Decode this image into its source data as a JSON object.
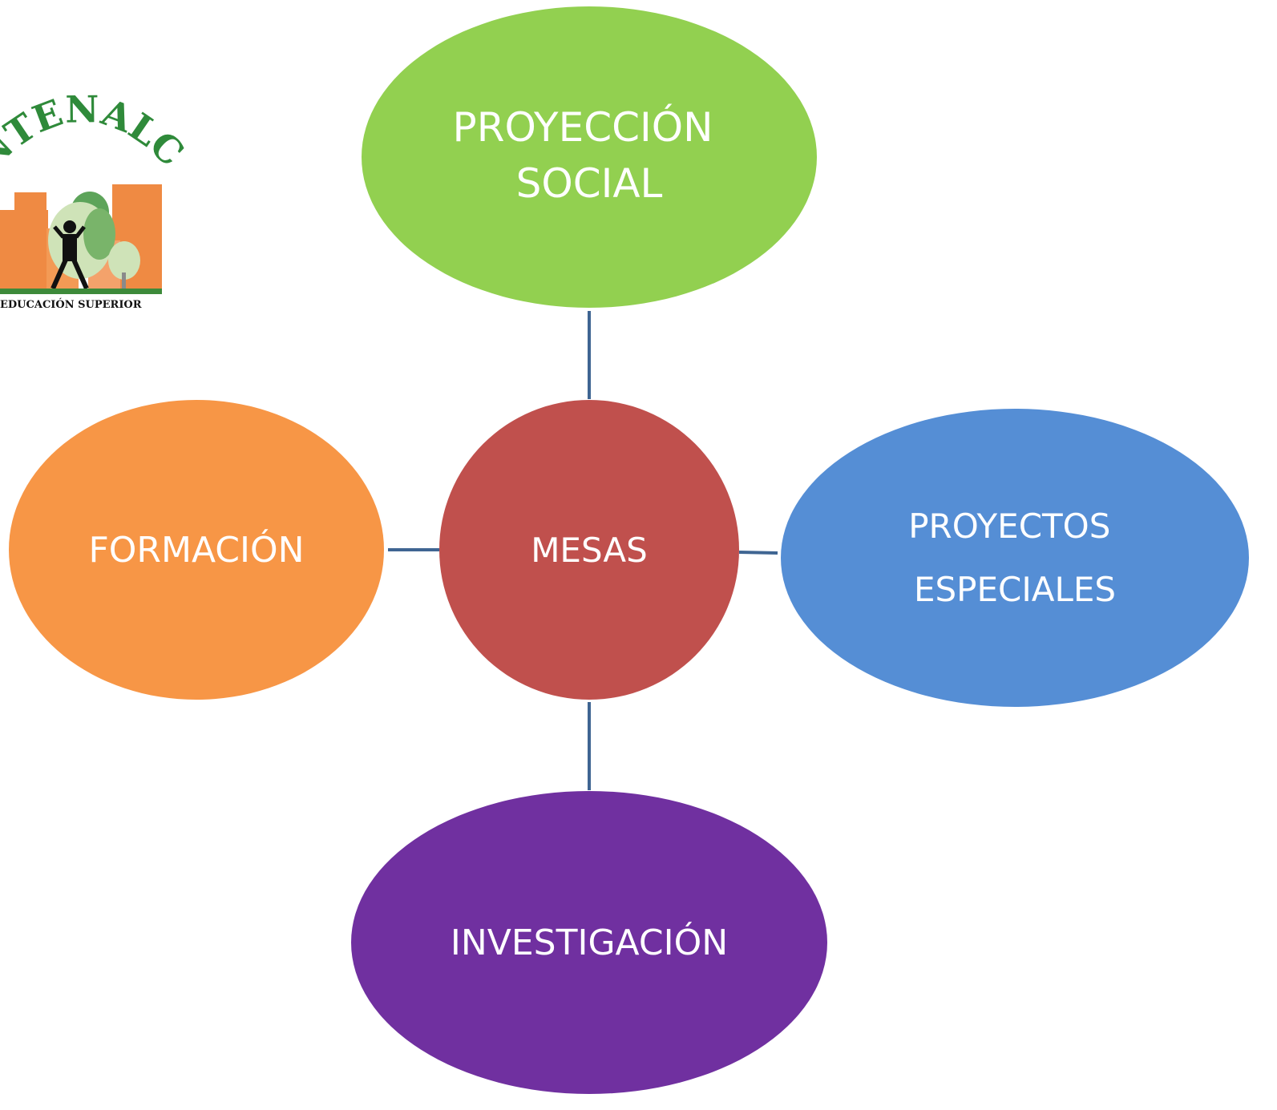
{
  "logo": {
    "arc_text": "NTENALCO",
    "subtitle": "EDUCACIÓN SUPERIOR"
  },
  "diagram": {
    "center": {
      "label": "MESAS",
      "color": "#c0504d"
    },
    "nodes": [
      {
        "id": "top",
        "lines": [
          "PROYECCIÓN",
          "SOCIAL"
        ],
        "color": "#92d050"
      },
      {
        "id": "left",
        "lines": [
          "FORMACIÓN"
        ],
        "color": "#f79646"
      },
      {
        "id": "right",
        "lines": [
          "PROYECTOS",
          "ESPECIALES"
        ],
        "color": "#558ed5"
      },
      {
        "id": "bottom",
        "lines": [
          "INVESTIGACIÓN"
        ],
        "color": "#7030a0"
      }
    ],
    "connector_color": "#3f6592"
  }
}
